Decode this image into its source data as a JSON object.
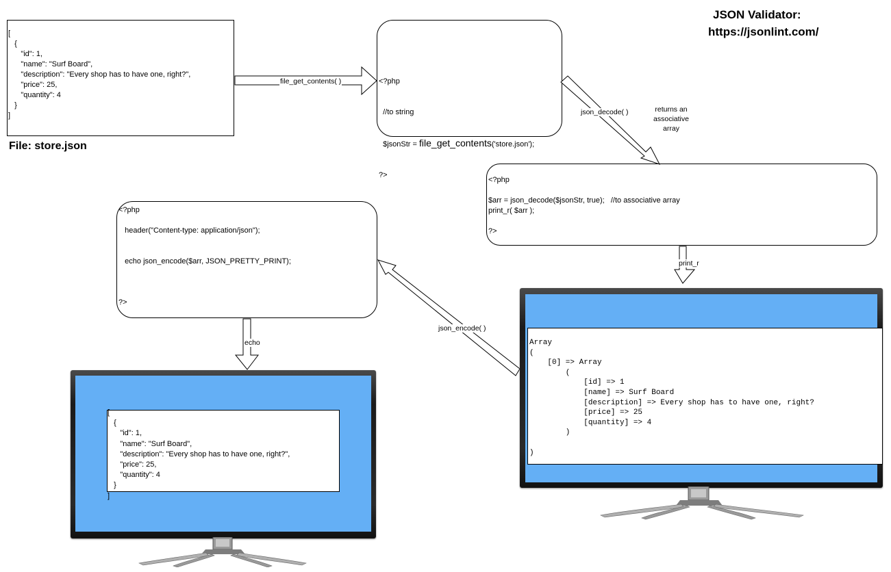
{
  "title": {
    "line1": "JSON Validator:",
    "line2": "https://jsonlint.com/"
  },
  "file_box": {
    "code": "[\n   {\n      \"id\": 1,\n      \"name\": \"Surf Board\",\n      \"description\": \"Every shop has to have one, right?\",\n      \"price\": 25,\n      \"quantity\": 4\n   }\n]",
    "caption": "File:  store.json"
  },
  "php_read": {
    "l1": "<?php",
    "l2": "  //to string",
    "l3a": "  $jsonStr = ",
    "l3b": "file_get_contents",
    "l3c": "('store.json');",
    "l4": "?>"
  },
  "php_decode": {
    "code": "<?php\n\n$arr = json_decode($jsonStr, true);   //to associative array\nprint_r( $arr );\n\n?>"
  },
  "php_encode": {
    "code": "<?php\n\n   header(\"Content-type: application/json\");\n\n\n   echo json_encode($arr, JSON_PRETTY_PRINT);\n\n\n\n?>"
  },
  "labels": {
    "file_get_contents": "file_get_contents( )",
    "json_decode": "json_decode(  )",
    "returns": "returns an\nassociative\narray",
    "print_r": "print_r",
    "json_encode": "json_encode(  )",
    "echo": "echo"
  },
  "right_screen": {
    "code": "Array\n(\n    [0] => Array\n        (\n            [id] => 1\n            [name] => Surf Board\n            [description] => Every shop has to have one, right?\n            [price] => 25\n            [quantity] => 4\n        )\n\n)"
  },
  "left_screen": {
    "code": "[\n   {\n      \"id\": 1,\n      \"name\": \"Surf Board\",\n      \"description\": \"Every shop has to have one, right?\",\n      \"price\": 25,\n      \"quantity\": 4\n   }\n]"
  },
  "icons": [
    "tv-monitor-icon",
    "tv-monitor-icon"
  ]
}
